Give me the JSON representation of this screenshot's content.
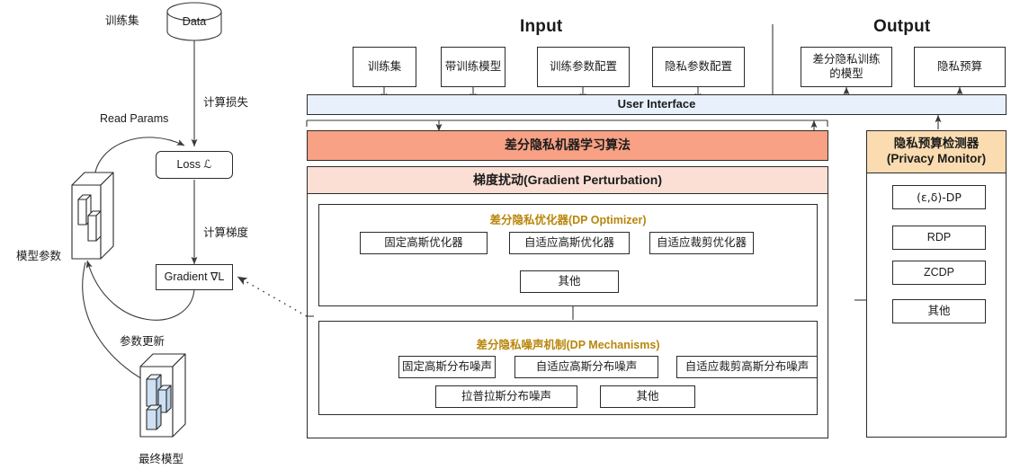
{
  "headers": {
    "input": "Input",
    "output": "Output"
  },
  "left_flow": {
    "data_label": "Data",
    "trainset_label": "训练集",
    "compute_loss_label": "计算损失",
    "read_params_label": "Read Params",
    "loss_label": "Loss ℒ",
    "compute_grad_label": "计算梯度",
    "gradient_label": "Gradient ∇L",
    "model_params_label": "模型参数",
    "param_update_label": "参数更新",
    "final_model_label": "最终模型"
  },
  "input_boxes": [
    {
      "label": "训练集"
    },
    {
      "label": "带训练模型"
    },
    {
      "label": "训练参数配置"
    },
    {
      "label": "隐私参数配置"
    }
  ],
  "output_boxes": [
    {
      "label": "差分隐私训练\n的模型"
    },
    {
      "label": "隐私预算"
    }
  ],
  "ui_bar": {
    "label": "User Interface"
  },
  "algo_bar": {
    "label": "差分隐私机器学习算法"
  },
  "gp_bar": {
    "label": "梯度扰动(Gradient Perturbation)"
  },
  "dp_optimizer": {
    "title": "差分隐私优化器(DP Optimizer)",
    "row1": [
      "固定高斯优化器",
      "自适应高斯优化器",
      "自适应裁剪优化器"
    ],
    "row2": [
      "其他"
    ]
  },
  "dp_mechanisms": {
    "title": "差分隐私噪声机制(DP Mechanisms)",
    "row1": [
      "固定高斯分布噪声",
      "自适应高斯分布噪声",
      "自适应裁剪高斯分布噪声"
    ],
    "row2": [
      "拉普拉斯分布噪声",
      "其他"
    ]
  },
  "privacy_monitor": {
    "title_line1": "隐私预算检测器",
    "title_line2": "(Privacy Monitor)",
    "items": [
      "(ε,δ)-DP",
      "RDP",
      "ZCDP",
      "其他"
    ]
  },
  "colors": {
    "ui_bar": "#e8f1fb",
    "algo_bar": "#f8a184",
    "gp_bar": "#fbdfd5",
    "pm_head": "#fbdcb0",
    "group_title": "#b8860b",
    "stroke": "#2b2b2b",
    "server_panel": "#cfe0f2"
  }
}
